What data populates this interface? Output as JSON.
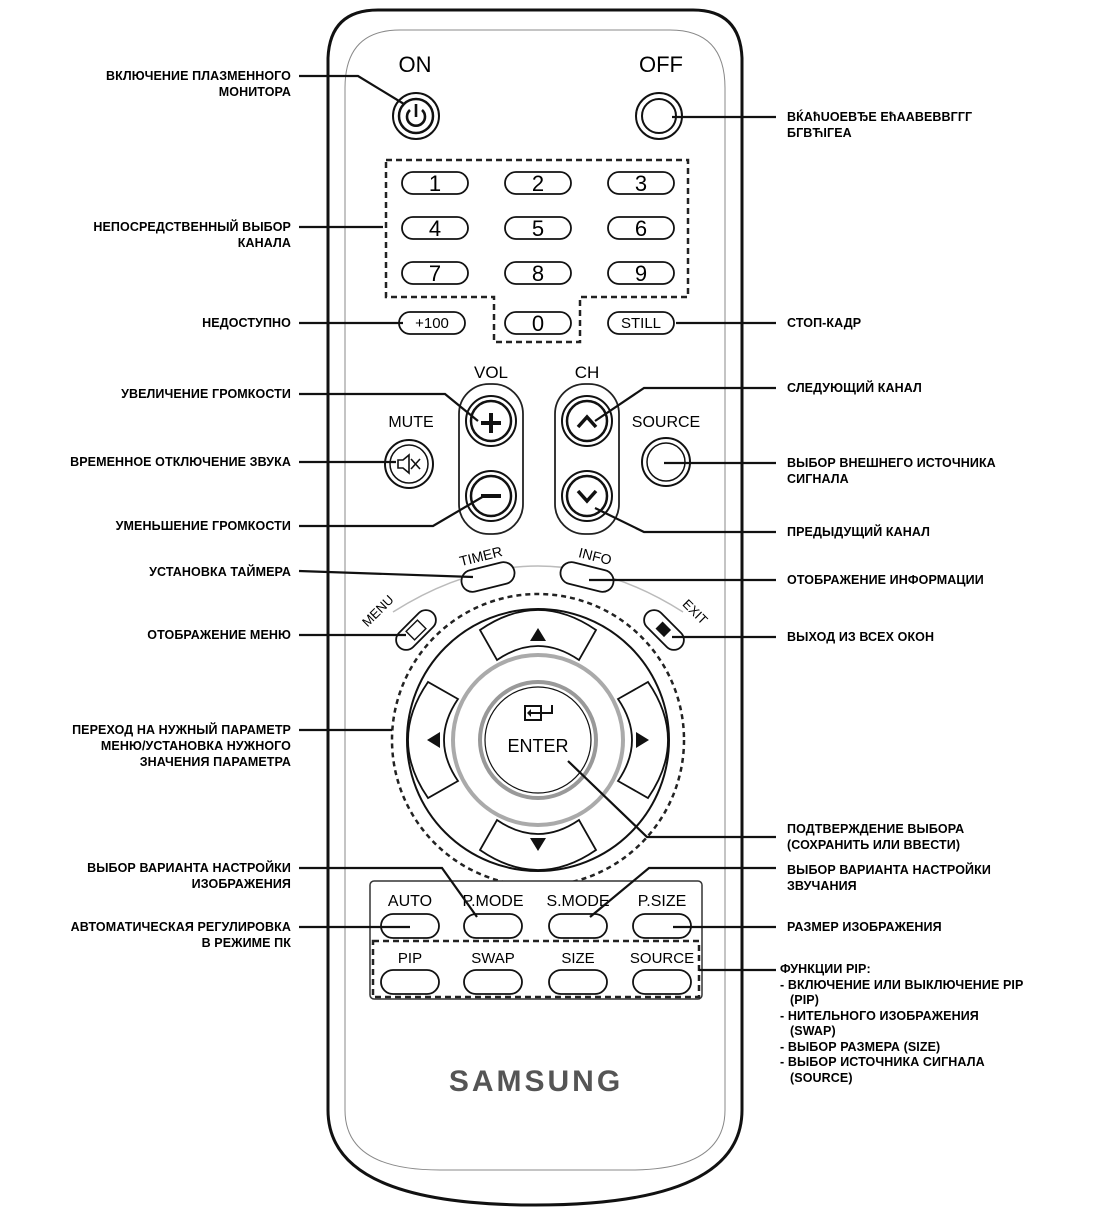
{
  "remote": {
    "top": {
      "on": "ON",
      "off": "OFF"
    },
    "number_keys": [
      "1",
      "2",
      "3",
      "4",
      "5",
      "6",
      "7",
      "8",
      "9",
      "+100",
      "0",
      "STILL"
    ],
    "group_labels": {
      "vol": "VOL",
      "ch": "CH",
      "mute": "MUTE",
      "source": "SOURCE"
    },
    "ring_labels": {
      "timer": "TIMER",
      "info": "INFO",
      "menu": "MENU",
      "exit": "EXIT"
    },
    "enter": "ENTER",
    "mode_keys": [
      "AUTO",
      "P.MODE",
      "S.MODE",
      "P.SIZE"
    ],
    "pip_keys": [
      "PIP",
      "SWAP",
      "SIZE",
      "SOURCE"
    ],
    "brand": "SAMSUNG"
  },
  "callouts": {
    "power_on": [
      "ВКЛЮЧЕНИЕ ПЛАЗМЕННОГО",
      "МОНИТОРА"
    ],
    "power_off": [
      "BЌAħUOEBЂE EħAABEBBГГГ",
      "БГBЋIГEA"
    ],
    "direct_channel": [
      "НЕПОСРЕДСТВЕННЫЙ ВЫБОР",
      "КАНАЛА"
    ],
    "unavailable": [
      "НЕДОСТУПНО"
    ],
    "still": [
      "СТОП-КАДР"
    ],
    "vol_up": [
      "УВЕЛИЧЕНИЕ ГРОМКОСТИ"
    ],
    "next_channel": [
      "СЛЕДУЮЩИЙ КАНАЛ"
    ],
    "mute": [
      "ВРЕМЕННОЕ ОТКЛЮЧЕНИЕ ЗВУКА"
    ],
    "source": [
      "ВЫБОР ВНЕШНЕГО ИСТОЧНИКА",
      "СИГНАЛА"
    ],
    "vol_down": [
      "УМЕНЬШЕНИЕ ГРОМКОСТИ"
    ],
    "prev_channel": [
      "ПРЕДЫДУЩИЙ КАНАЛ"
    ],
    "timer": [
      "УСТАНОВКА ТАЙМЕРА"
    ],
    "info": [
      "ОТОБРАЖЕНИЕ ИНФОРМАЦИИ"
    ],
    "menu": [
      "ОТОБРАЖЕНИЕ МЕНЮ"
    ],
    "exit": [
      "ВЫХОД ИЗ ВСЕХ ОКОН"
    ],
    "navigate": [
      "ПЕРЕХОД НА НУЖНЫЙ ПАРАМЕТР",
      "МЕНЮ/УСТАНОВКА НУЖНОГО",
      "ЗНАЧЕНИЯ ПАРАМЕТРА"
    ],
    "enter": [
      "ПОДТВЕРЖДЕНИЕ ВЫБОРА",
      "(СОХРАНИТЬ ИЛИ ВВЕСТИ)"
    ],
    "pmode": [
      "ВЫБОР ВАРИАНТА НАСТРОЙКИ",
      "ИЗОБРАЖЕНИЯ"
    ],
    "smode": [
      "ВЫБОР ВАРИАНТА НАСТРОЙКИ",
      "ЗВУЧАНИЯ"
    ],
    "auto": [
      "АВТОМАТИЧЕСКАЯ РЕГУЛИРОВКА",
      "В РЕЖИМЕ ПК"
    ],
    "psize": [
      "РАЗМЕР ИЗОБРАЖЕНИЯ"
    ],
    "pip": [
      "ФУНКЦИИ PIP:",
      "- ВКЛЮЧЕНИЕ ИЛИ ВЫКЛЮЧЕНИЕ PIP",
      "(PIP)",
      "- НИТЕЛЬНОГО ИЗОБРАЖЕНИЯ",
      "(SWAP)",
      "- ВЫБОР РАЗМЕРА (SIZE)",
      "- ВЫБОР ИСТОЧНИКА СИГНАЛА",
      "(SOURCE)"
    ]
  }
}
